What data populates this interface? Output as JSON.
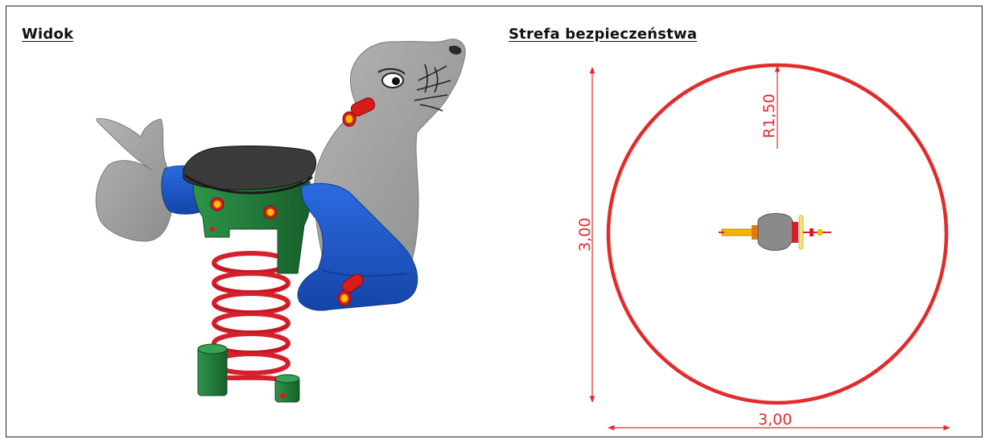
{
  "view_section": {
    "heading": "Widok"
  },
  "safety_zone_section": {
    "heading": "Strefa bezpieczeństwa",
    "radius_label": "R1,50",
    "height_label": "3,00",
    "width_label": "3,00"
  },
  "colors": {
    "zone": "#e32b2b",
    "seal_body": "#9a9a9a",
    "seal_sleeve": "#1a56c8",
    "seat": "#3b3b3b",
    "frame_green": "#1f7a3a",
    "spring_red": "#d61f2b",
    "handle_red": "#d81c1c",
    "handle_cap": "#f2c200"
  }
}
